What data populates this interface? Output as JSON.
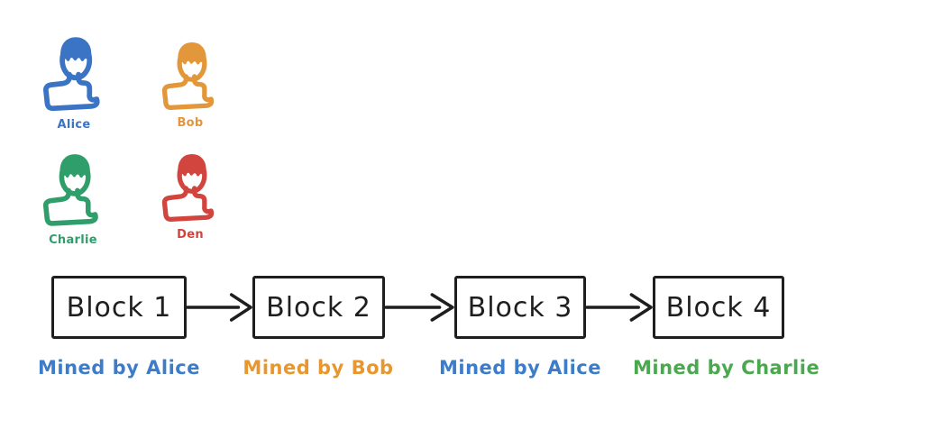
{
  "background": "#ffffff",
  "miners": [
    {
      "name": "Alice",
      "color": "#3b74c4"
    },
    {
      "name": "Bob",
      "color": "#e2973b"
    },
    {
      "name": "Charlie",
      "color": "#2f9e6b"
    },
    {
      "name": "Den",
      "color": "#d2453e"
    }
  ],
  "chain": {
    "stroke_color": "#1e1e1e",
    "blocks": [
      {
        "label": "Block 1",
        "mined_by": "Mined by Alice",
        "mined_by_color": "#3d7cc9"
      },
      {
        "label": "Block 2",
        "mined_by": "Mined by Bob",
        "mined_by_color": "#e8962e"
      },
      {
        "label": "Block 3",
        "mined_by": "Mined by Alice",
        "mined_by_color": "#3d7cc9"
      },
      {
        "label": "Block 4",
        "mined_by": "Mined by Charlie",
        "mined_by_color": "#4aa84f"
      }
    ]
  },
  "icons": {
    "avatar": "person-bust-icon",
    "connector": "arrow-right-icon"
  }
}
